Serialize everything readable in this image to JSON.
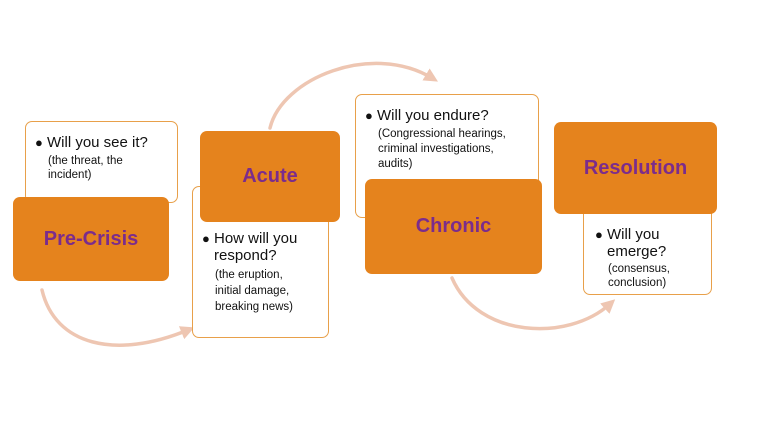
{
  "colors": {
    "phase_fill": "#e5831d",
    "phase_text": "#7b2c8c",
    "note_border": "#e8a04a",
    "arrow": "#eec6b2"
  },
  "phases": [
    {
      "name": "Pre-Crisis",
      "question": "Will you see it?",
      "detail_lines": [
        "(the threat, the",
        "incident)"
      ]
    },
    {
      "name": "Acute",
      "question_lines": [
        "How will you",
        "respond?"
      ],
      "detail_lines": [
        "(the eruption,",
        "initial damage,",
        "breaking news)"
      ]
    },
    {
      "name": "Chronic",
      "question": "Will you endure?",
      "detail_lines": [
        "(Congressional hearings,",
        "criminal investigations,",
        "audits)"
      ]
    },
    {
      "name": "Resolution",
      "question_lines": [
        "Will you",
        "emerge?"
      ],
      "detail_lines": [
        "(consensus,",
        "conclusion)"
      ]
    }
  ],
  "bullet_icon": "bullet-dot"
}
